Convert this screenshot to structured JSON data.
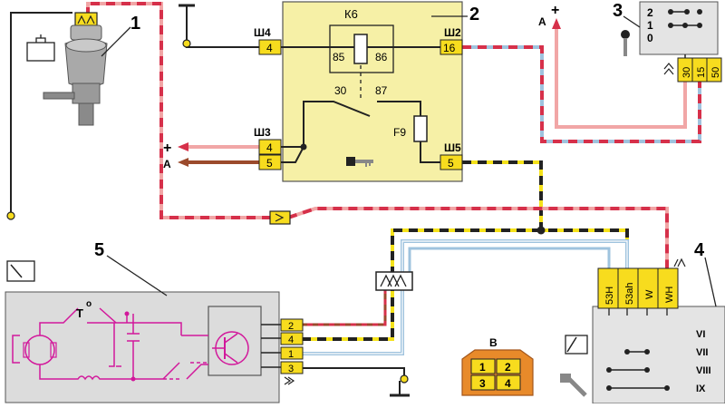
{
  "callouts": {
    "c1": "1",
    "c2": "2",
    "c3": "3",
    "c4": "4",
    "c5": "5"
  },
  "relay": {
    "name": "К6",
    "fuse": "F9",
    "pins": {
      "p85": "85",
      "p86": "86",
      "p30": "30",
      "p87": "87"
    },
    "connectors": {
      "sh4": "Ш4",
      "sh2": "Ш2",
      "sh3": "Ш3",
      "sh5": "Ш5",
      "sh4_pin": "4",
      "sh2_pin": "16",
      "sh3_pin_a": "4",
      "sh3_pin_b": "5",
      "sh5_pin": "5"
    }
  },
  "supply": {
    "plus": "+",
    "a_label": "А"
  },
  "ignition_switch": {
    "positions": [
      "2",
      "1",
      "0"
    ],
    "terminals": [
      "30",
      "15",
      "50"
    ]
  },
  "wiper_switch": {
    "terminals": [
      "53H",
      "53ah",
      "W",
      "WH"
    ],
    "positions": [
      "VI",
      "VII",
      "VIII",
      "IX"
    ]
  },
  "motor": {
    "thermo_label": "T",
    "thermo_deg": "o",
    "pins": [
      "2",
      "4",
      "1",
      "3"
    ]
  },
  "connector_view": {
    "label": "В",
    "pins": [
      "1",
      "2",
      "3",
      "4"
    ]
  },
  "colors": {
    "relay_fill": "#f6f0a6",
    "pin_fill": "#f7dc1e",
    "motor_fill": "#dcdcdc",
    "magenta": "#d2189b",
    "red_dash": "#d6304a",
    "pink": "#f1a6a6",
    "light_blue": "#9fc3de",
    "brown": "#9b4a2c",
    "yellow": "#f5e21a",
    "connector_orange": "#e88a2a"
  }
}
